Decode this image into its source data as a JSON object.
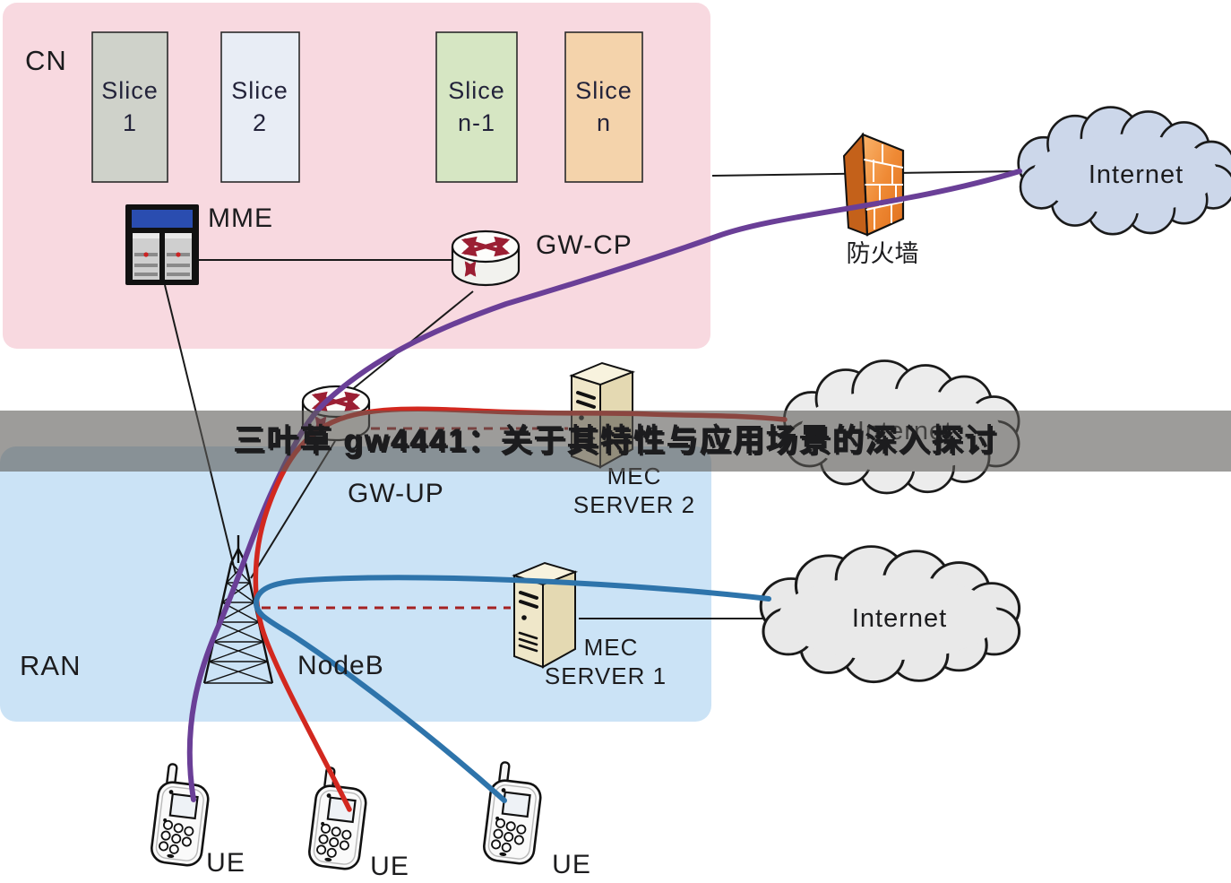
{
  "overlay": {
    "title": "三叶草 gw4441：关于其特性与应用场景的深入探讨"
  },
  "regions": {
    "cn_label": "CN",
    "ran_label": "RAN"
  },
  "slices": [
    {
      "line1": "Slice",
      "line2": "1",
      "fill": "#cfd2ca"
    },
    {
      "line1": "Slice",
      "line2": "2",
      "fill": "#e8edf5"
    },
    {
      "line1": "Slice",
      "line2": "n-1",
      "fill": "#d6e6c3"
    },
    {
      "line1": "Slice",
      "line2": "n",
      "fill": "#f4d3ab"
    }
  ],
  "nodes": {
    "mme": "MME",
    "gw_cp": "GW-CP",
    "gw_up": "GW-UP",
    "firewall": "防火墙",
    "nodeb": "NodeB",
    "mec_server_2_line1": "MEC",
    "mec_server_2_line2": "SERVER 2",
    "mec_server_1_line1": "MEC",
    "mec_server_1_line2": "SERVER 1",
    "internet_top": "Internet",
    "internet_middle": "Internet",
    "internet_bottom": "Internet",
    "ue_1": "UE",
    "ue_2": "UE",
    "ue_3": "UE"
  },
  "colors": {
    "cn_region": "#f8d9e0",
    "ran_region": "#cbe3f6",
    "purple_line": "#6a3f97",
    "red_line": "#d2281f",
    "blue_line": "#2e74ab",
    "dashed_line": "#a42222",
    "thin_line": "#1a1a1a",
    "overlay_band": "rgba(92,90,87,0.60)",
    "cloud_top": "#ccd7ea",
    "cloud_middle": "#ececec",
    "cloud_bottom": "#e9e9e9",
    "firewall_dark": "#c4611a",
    "server_front": "#efe7c9",
    "server_side": "#e4d9b2",
    "server_top": "#f8f3de",
    "router_body": "#f2f2ee",
    "router_top": "#fdfdfb",
    "mme_header": "#2a4db0"
  }
}
